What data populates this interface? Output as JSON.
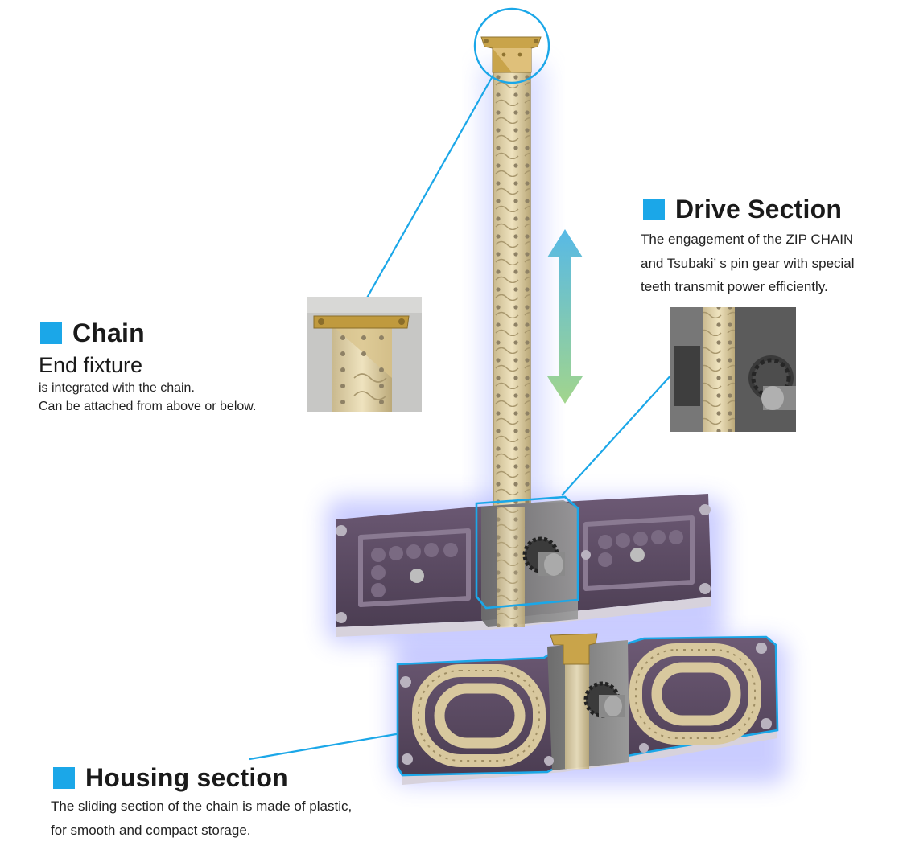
{
  "accent_color": "#1ba7e8",
  "chain": {
    "heading": "Chain",
    "subheading": "End fixture",
    "lines": [
      "is integrated with the chain.",
      "Can be attached from above or below."
    ]
  },
  "drive": {
    "heading": "Drive Section",
    "lines": [
      "The engagement of the ZIP CHAIN",
      "and Tsubaki’ s pin gear with special",
      "teeth transmit power efficiently."
    ]
  },
  "housing": {
    "heading": "Housing section",
    "lines": [
      "The sliding section of the chain is made of plastic,",
      "for smooth and compact storage."
    ]
  }
}
